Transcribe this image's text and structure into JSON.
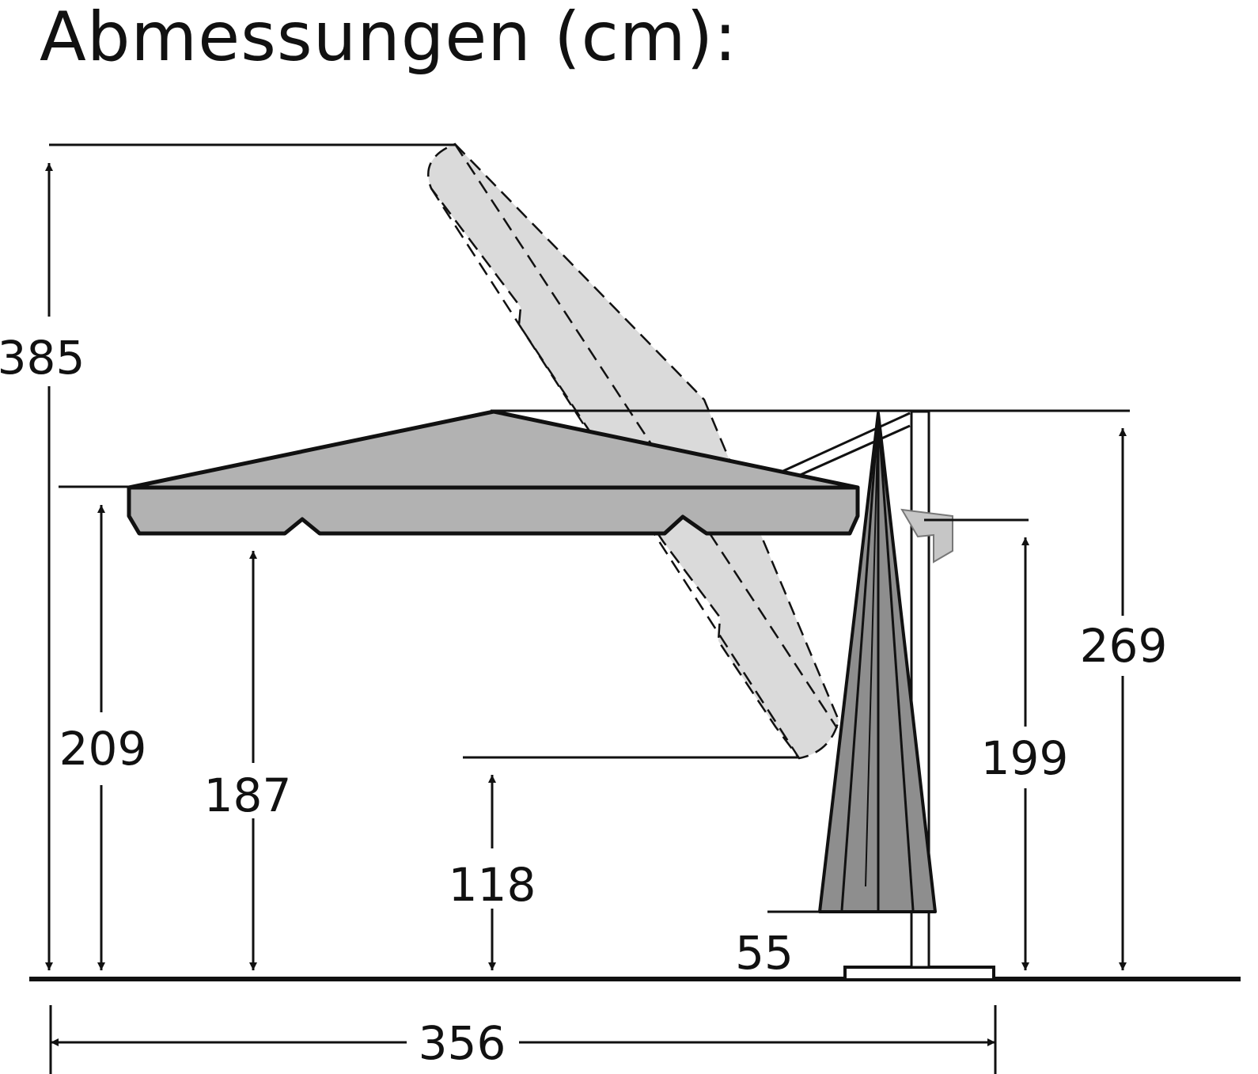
{
  "title": "Abmessungen (cm):",
  "dimensions": {
    "total_height_tilted": "385",
    "canopy_edge_height": "209",
    "clearance_height": "187",
    "tilted_clearance": "118",
    "canopy_top_height": "269",
    "mount_height": "199",
    "folded_bottom": "55",
    "overall_width": "356"
  },
  "colors": {
    "canopy": "#b2b2b2",
    "canopy_tilted": "#dadada",
    "folded": "#8e8e8e",
    "line": "#111111"
  }
}
